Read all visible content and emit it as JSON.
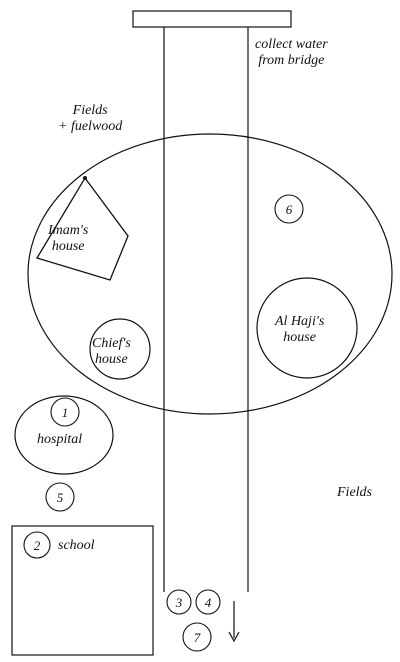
{
  "labels": {
    "bridge_note": "collect water\nfrom bridge",
    "fields_fuelwood": "Fields\n+ fuelwood",
    "imam_house": "Imam's\nhouse",
    "chief_house": "Chief's\nhouse",
    "alhaji_house": "Al Haji's\nhouse",
    "hospital": "hospital",
    "fields_right": "Fields",
    "school": "school"
  },
  "markers": {
    "m1": "1",
    "m2": "2",
    "m3": "3",
    "m4": "4",
    "m5": "5",
    "m6": "6",
    "m7": "7"
  },
  "colors": {
    "ink": "#111111",
    "background": "#ffffff"
  }
}
